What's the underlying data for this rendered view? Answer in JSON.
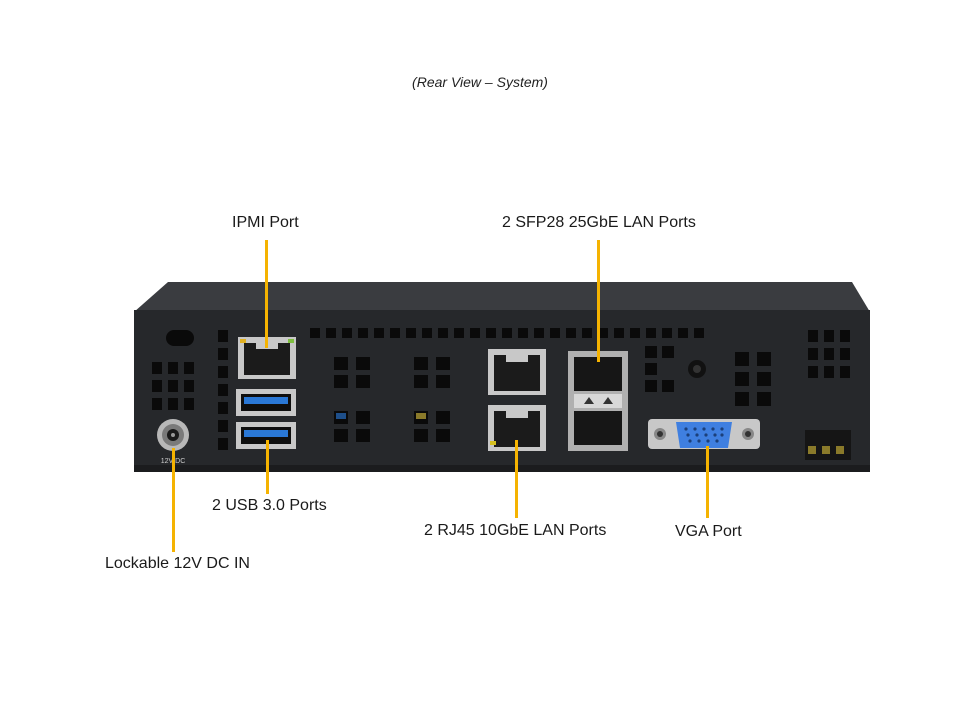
{
  "caption": "(Rear View – System)",
  "labels": {
    "ipmi": "IPMI Port",
    "sfp": "2 SFP28 25GbE LAN Ports",
    "usb": "2 USB 3.0 Ports",
    "rj45": "2 RJ45 10GbE LAN Ports",
    "vga": "VGA Port",
    "dc": "Lockable 12V DC IN",
    "dc_jack_marking": "12V DC"
  },
  "colors": {
    "leader": "#f5b301",
    "chassis": "#2b2d30",
    "usb_blue": "#2a78d6",
    "vga_blue": "#3f7fe0"
  }
}
